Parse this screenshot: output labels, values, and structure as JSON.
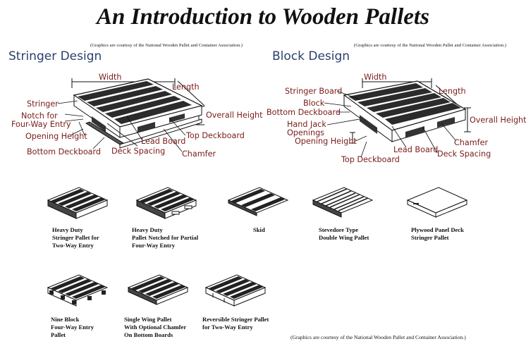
{
  "page_title": "An Introduction to Wooden Pallets",
  "credit_text": "(Graphics are courtesy of the National Wooden Pallet and Container Association.)",
  "stringer": {
    "heading": "Stringer Design",
    "labels": {
      "width": "Width",
      "length": "Length",
      "stringer": "Stringer",
      "notch_line1": "Notch for",
      "notch_line2": "Four-Way Entry",
      "overall_height": "Overall Height",
      "opening_height": "Opening Height",
      "lead_board": "Lead Board",
      "top_deckboard": "Top Deckboard",
      "bottom_deckboard": "Bottom Deckboard",
      "deck_spacing": "Deck Spacing",
      "chamfer": "Chamfer"
    }
  },
  "block": {
    "heading": "Block Design",
    "labels": {
      "width": "Width",
      "length": "Length",
      "stringer_board": "Stringer Board",
      "block": "Block",
      "bottom_deckboard": "Bottom Deckboard",
      "hand_jack_line1": "Hand Jack",
      "hand_jack_line2": "Openings",
      "overall_height": "Overall Height",
      "opening_height": "Opening Height",
      "chamfer": "Chamfer",
      "lead_board": "Lead Board",
      "deck_spacing": "Deck Spacing",
      "top_deckboard": "Top Deckboard"
    }
  },
  "pallet_types": [
    {
      "lines": [
        "Heavy Duty",
        "Stringer Pallet for",
        "Two-Way Entry"
      ]
    },
    {
      "lines": [
        "Heavy Duty",
        "Pallet Notched for Partial",
        "Four-Way Entry"
      ]
    },
    {
      "lines": [
        "Skid"
      ]
    },
    {
      "lines": [
        "Stevedore Type",
        "Double Wing Pallet"
      ]
    },
    {
      "lines": [
        "Plywood Panel Deck",
        "Stringer Pallet"
      ]
    },
    {
      "lines": [
        "Nine Block",
        "Four-Way Entry",
        "Pallet"
      ]
    },
    {
      "lines": [
        "Single Wing Pallet",
        "With Optional Chamfer",
        "On Bottom Boards"
      ]
    },
    {
      "lines": [
        "Reversible Stringer Pallet",
        "for Two-Way Entry"
      ]
    }
  ],
  "colors": {
    "label": "#7a1b1b",
    "heading": "#2a3f6e",
    "ink": "#111111"
  }
}
